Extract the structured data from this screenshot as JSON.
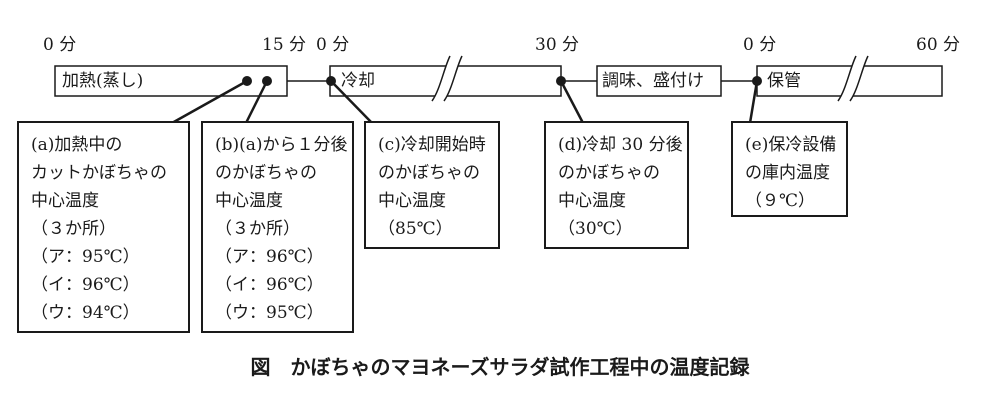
{
  "timeline": {
    "ticks": [
      "0 分",
      "15 分",
      "0 分",
      "30 分",
      "0 分",
      "60 分"
    ],
    "segments": [
      "加熱(蒸し)",
      "冷却",
      "調味、盛付け",
      "保管"
    ]
  },
  "boxes": [
    {
      "lines": [
        "(a)加熱中の",
        "カットかぼちゃの",
        "中心温度",
        "（３か所）",
        "（ア：95℃）",
        "（イ：96℃）",
        "（ウ：94℃）"
      ]
    },
    {
      "lines": [
        "(b)(a)から１分後",
        "のかぼちゃの",
        "中心温度",
        "（３か所）",
        "（ア：96℃）",
        "（イ：96℃）",
        "（ウ：95℃）"
      ]
    },
    {
      "lines": [
        "(c)冷却開始時",
        "のかぼちゃの",
        "中心温度",
        "（85℃）"
      ]
    },
    {
      "lines": [
        "(d)冷却 30 分後",
        "のかぼちゃの",
        "中心温度",
        "（30℃）"
      ]
    },
    {
      "lines": [
        "(e)保冷設備",
        "の庫内温度",
        "（９℃）"
      ]
    }
  ],
  "caption": "図　かぼちゃのマヨネーズサラダ試作工程中の温度記録"
}
